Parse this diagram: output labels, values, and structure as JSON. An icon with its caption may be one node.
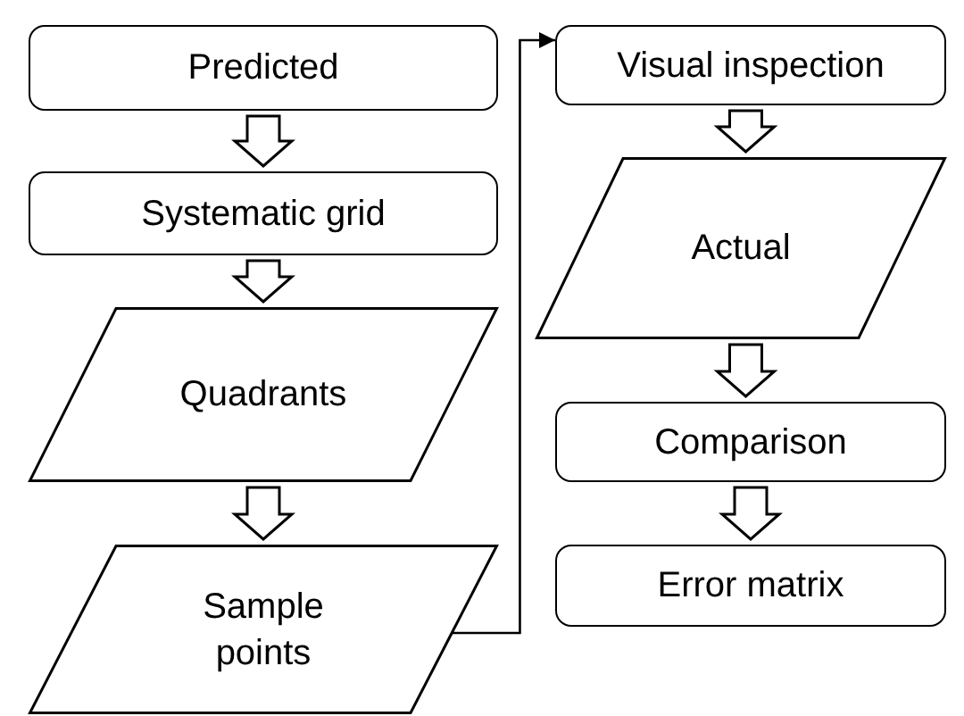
{
  "diagram": {
    "nodes": [
      {
        "text": [
          "Predicted"
        ]
      },
      {
        "text": [
          "Systematic grid"
        ]
      },
      {
        "text": [
          "Quadrants"
        ]
      },
      {
        "text": [
          "Sample points"
        ]
      },
      {
        "text": [
          "Visual inspection"
        ]
      },
      {
        "text": [
          "Actual"
        ]
      },
      {
        "text": [
          "Comparison"
        ]
      },
      {
        "text": [
          "Error matrix"
        ]
      }
    ],
    "edges": [
      {
        "from": 0,
        "to": 1,
        "arrow": "to"
      },
      {
        "from": 1,
        "to": 2,
        "arrow": "to"
      },
      {
        "from": 2,
        "to": 3,
        "arrow": "to"
      },
      {
        "from": 3,
        "to": 4,
        "arrow": "to"
      },
      {
        "from": 4,
        "to": 5,
        "arrow": "to"
      },
      {
        "from": 5,
        "to": 6,
        "arrow": "to"
      },
      {
        "from": 6,
        "to": 7,
        "arrow": "to"
      }
    ]
  }
}
